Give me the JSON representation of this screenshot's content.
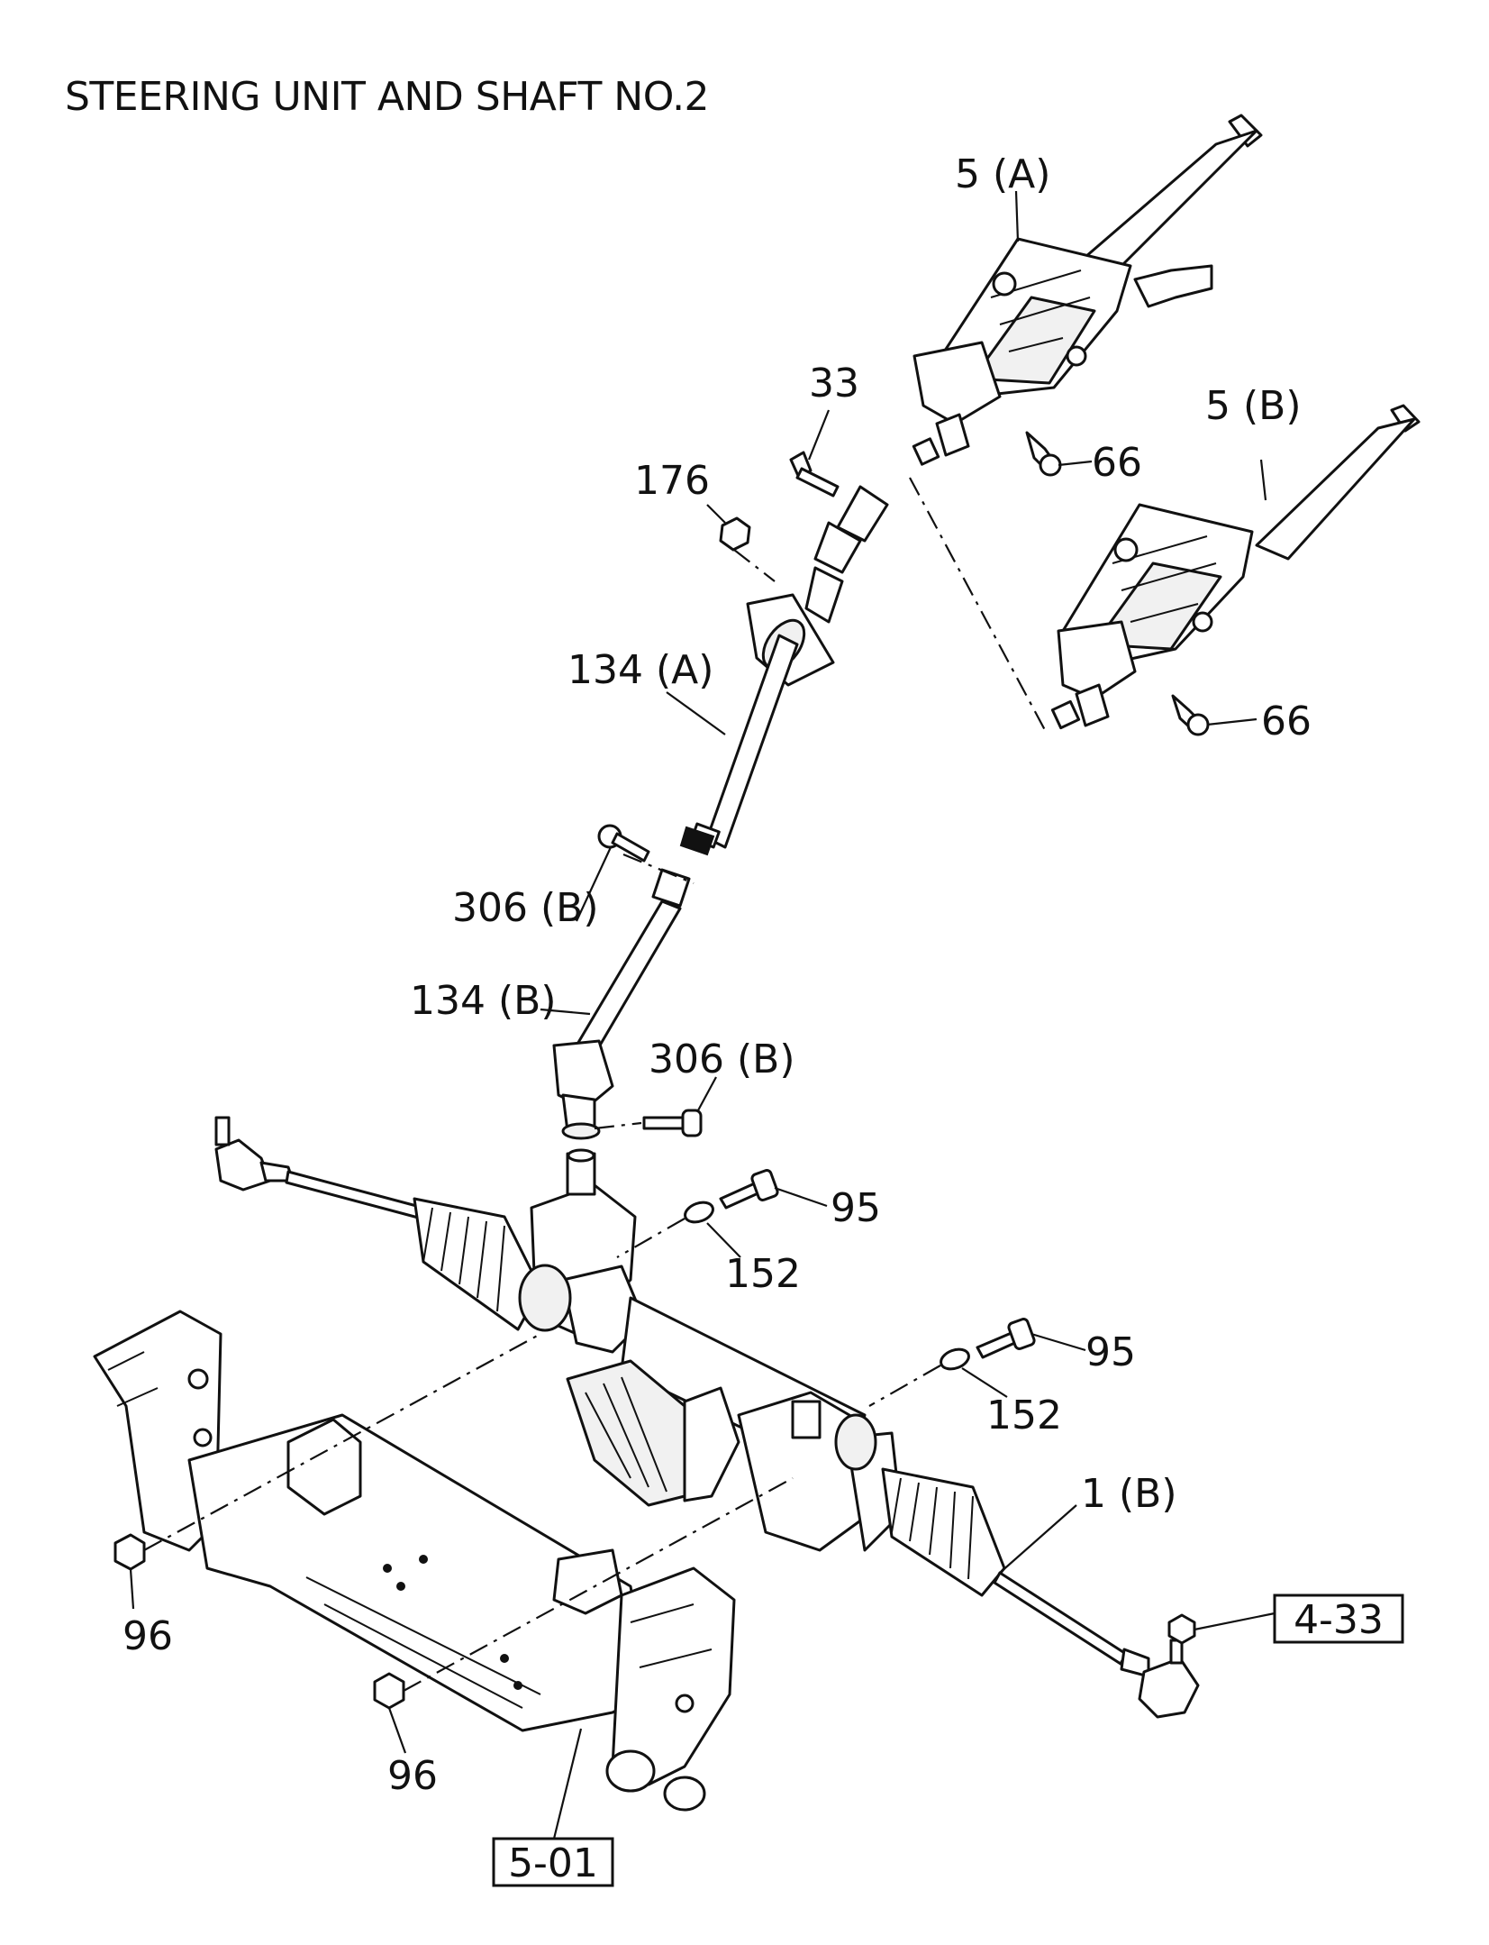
{
  "title": "STEERING UNIT AND SHAFT NO.2",
  "callouts": {
    "c5a": "5 (A)",
    "c5b": "5 (B)",
    "c33": "33",
    "c176": "176",
    "c66a": "66",
    "c66b": "66",
    "c134a": "134 (A)",
    "c306b_1": "306 (B)",
    "c134b": "134 (B)",
    "c306b_2": "306 (B)",
    "c95a": "95",
    "c152a": "152",
    "c95b": "95",
    "c152b": "152",
    "c1b": "1 (B)",
    "c96a": "96",
    "c96b": "96",
    "ref433": "4-33",
    "ref501": "5-01"
  }
}
